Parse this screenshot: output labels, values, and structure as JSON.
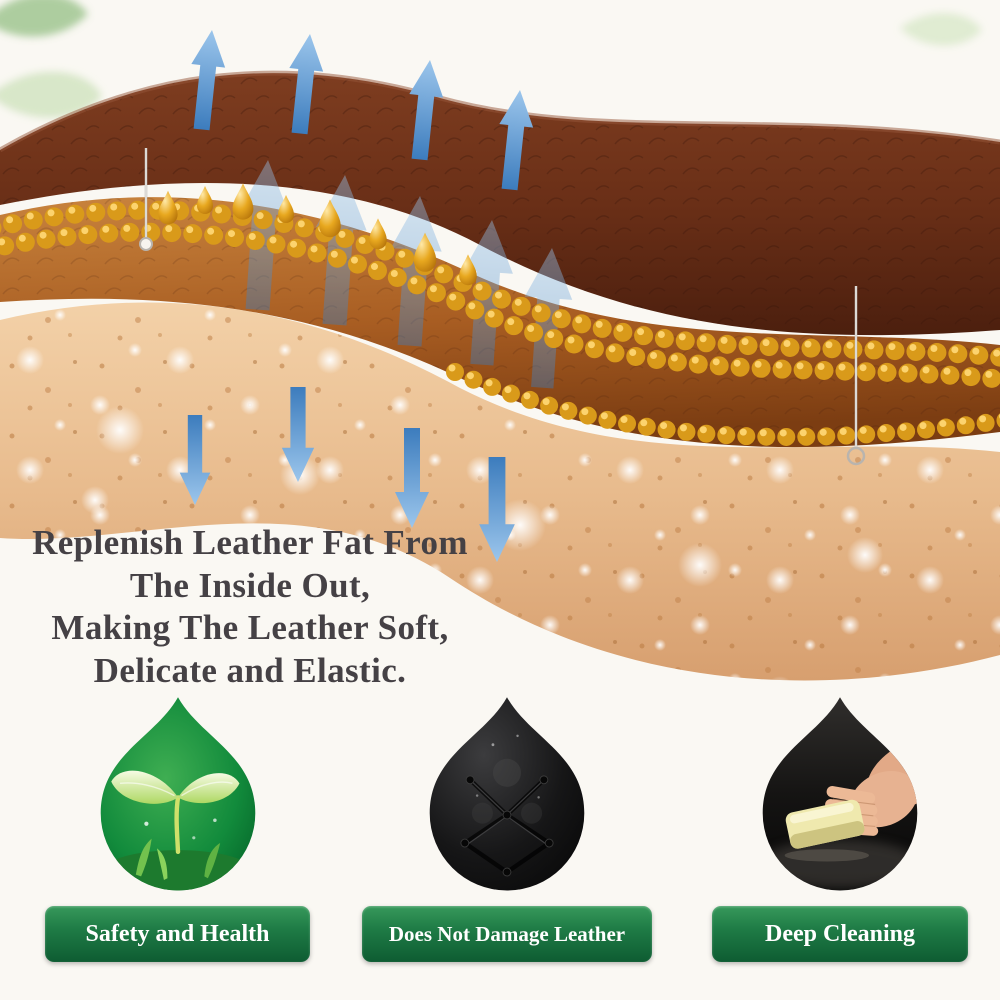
{
  "headline": {
    "lines": [
      "Replenish Leather Fat From",
      "The Inside Out,",
      "Making The Leather Soft,",
      "Delicate and Elastic."
    ]
  },
  "features": [
    {
      "label": "Safety and Health",
      "icon": "seedling-drop-icon"
    },
    {
      "label": "Does Not Damage Leather",
      "icon": "leather-drop-icon"
    },
    {
      "label": "Deep Cleaning",
      "icon": "sponge-drop-icon"
    }
  ],
  "diagram": {
    "icons": [
      "up-arrow-icon",
      "down-arrow-icon",
      "oil-bead-icon",
      "oil-droplet-icon",
      "needle-marker-icon",
      "leaf-icon"
    ],
    "colors": {
      "top_leather": "#5e2b17",
      "mid_leather": "#a85d22",
      "inner_fiber_tan": "#e8bb8d",
      "oil_gold": "#d99a1a",
      "arrow_blue": "#3c7cbd",
      "banner_green": "#1f7c46",
      "headline_text": "#454145"
    }
  }
}
